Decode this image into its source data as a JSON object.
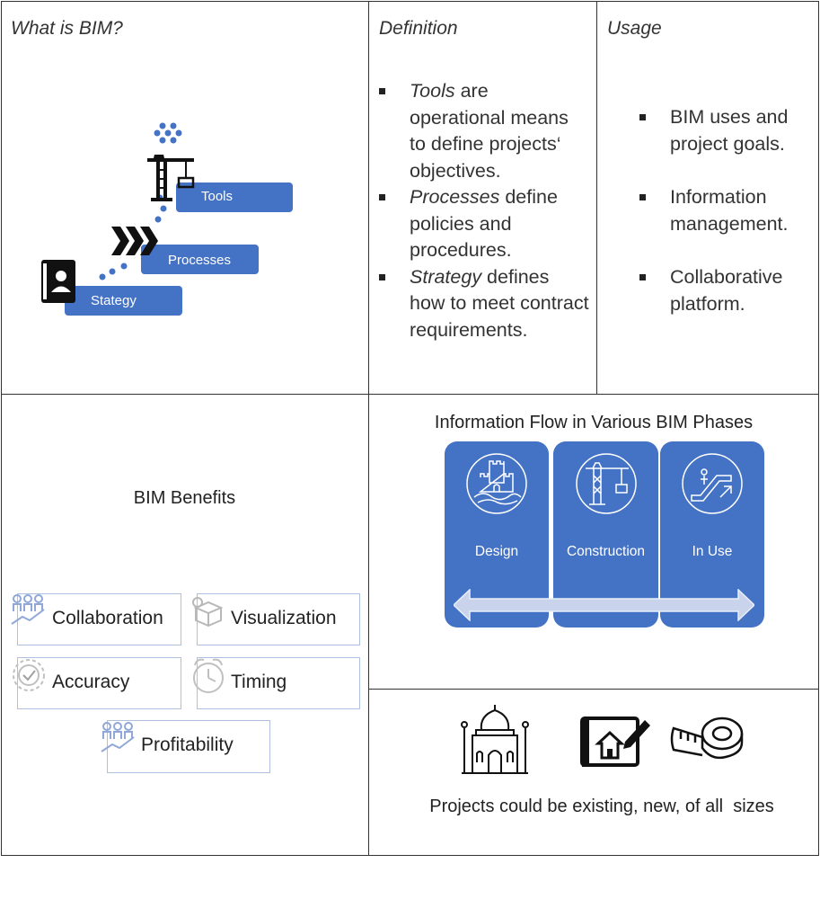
{
  "panels": {
    "what_is": {
      "title": "What is BIM?",
      "steps": [
        "Tools",
        "Processes",
        "Stategy"
      ]
    },
    "definition": {
      "title": "Definition",
      "items": [
        {
          "term": "Tools",
          "rest": " are operational means to define projects‘ objectives."
        },
        {
          "term": "Processes",
          "rest": " define policies and procedures."
        },
        {
          "term": "Strategy",
          "rest": " defines how to meet contract requirements."
        }
      ]
    },
    "usage": {
      "title": "Usage",
      "items": [
        "BIM uses and project goals.",
        "Information management.",
        "Collaborative platform."
      ]
    },
    "benefits": {
      "title": "BIM Benefits",
      "items": [
        "Collaboration",
        "Visualization",
        "Accuracy",
        "Timing",
        "Profitability"
      ]
    },
    "info_flow": {
      "title": "Information Flow in Various BIM Phases",
      "phases": [
        "Design",
        "Construction",
        "In Use"
      ]
    },
    "projects": {
      "caption": "Projects could be existing, new, of all  sizes",
      "icons": [
        "mosque-icon",
        "house-blueprint-icon",
        "tape-measure-icon"
      ]
    }
  },
  "colors": {
    "accent": "#4472c4",
    "accent_light": "#aebfe0",
    "border": "#333333"
  }
}
